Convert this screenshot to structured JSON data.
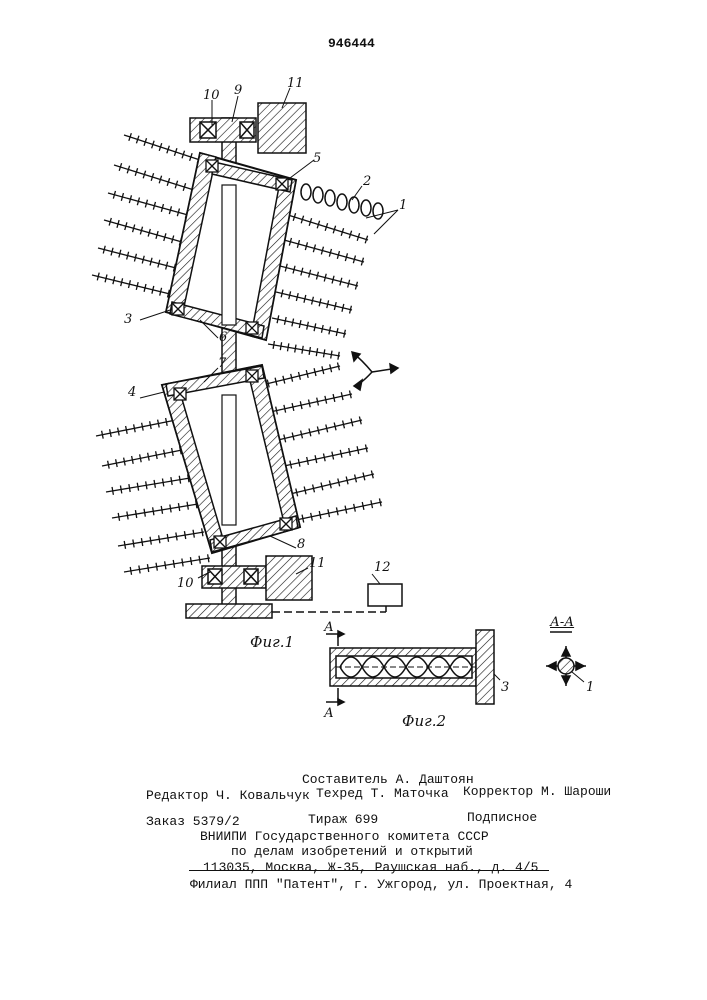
{
  "patent_number": "946444",
  "figure1": {
    "caption": "Фиг.1",
    "labels": {
      "l1": "1",
      "l2": "2",
      "l3": "3",
      "l4": "4",
      "l5": "5",
      "l6": "6",
      "l7": "7",
      "l8": "8",
      "l9": "9",
      "l10a": "10",
      "l10b": "10",
      "l11a": "11",
      "l11b": "11",
      "l12": "12"
    }
  },
  "figure2": {
    "caption": "Фиг.2",
    "section_mark": "А",
    "section_mark_bottom": "А",
    "label_3": "3",
    "section_title": "А-А",
    "section_label_1": "1"
  },
  "colophon": {
    "compiler": "Составитель А. Даштоян",
    "editor": "Редактор Ч. Ковальчук",
    "techred": "Техред Т. Маточка",
    "corrector": "Корректор М. Шароши",
    "order": "Заказ 5379/2",
    "circulation": "Тираж 699",
    "subscription": "Подписное",
    "org_line1": "ВНИИПИ Государственного комитета СССР",
    "org_line2": "по делам изобретений и открытий",
    "org_line3": "113035, Москва, Ж-35, Раушская наб., д. 4/5",
    "branch": "Филиал ППП \"Патент\", г. Ужгород, ул. Проектная, 4"
  }
}
